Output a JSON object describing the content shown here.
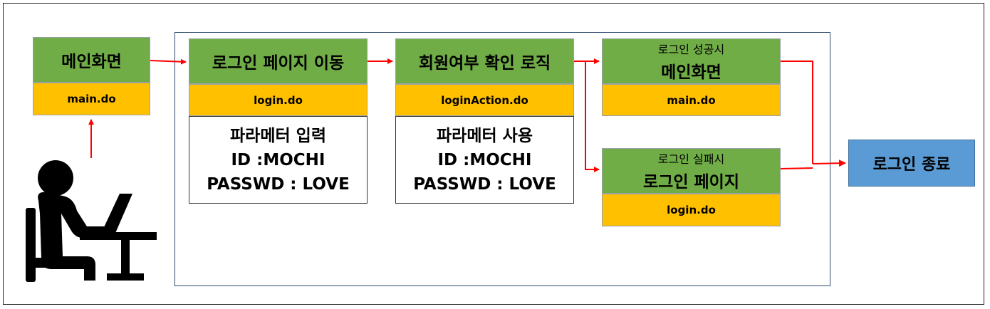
{
  "boxes": {
    "main": {
      "title": "메인화면",
      "url": "main.do"
    },
    "login_page": {
      "title": "로그인 페이지 이동",
      "url": "login.do",
      "params": [
        "파라메터 입력",
        "ID :MOCHI",
        "PASSWD : LOVE"
      ]
    },
    "member_check": {
      "title": "회원여부 확인 로직",
      "url": "loginAction.do",
      "params": [
        "파라메터 사용",
        "ID :MOCHI",
        "PASSWD : LOVE"
      ]
    },
    "success": {
      "caption": "로그인 성공시",
      "title": "메인화면",
      "url": "main.do"
    },
    "failure": {
      "caption": "로그인 실패시",
      "title": "로그인 페이지",
      "url": "login.do"
    },
    "end": {
      "title": "로그인 종료"
    }
  },
  "colors": {
    "green": "#70ad47",
    "yellow": "#ffc000",
    "blue": "#5b9bd5",
    "arrow": "#ff0000"
  },
  "icons": {
    "user": "person-at-computer-icon"
  }
}
